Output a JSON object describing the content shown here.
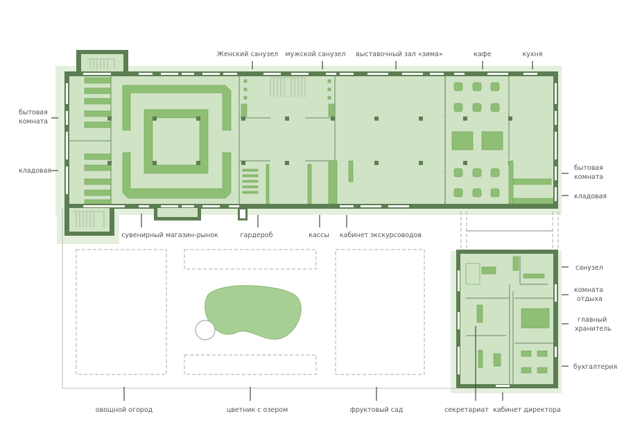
{
  "title": "План первого этажа",
  "labels": {
    "womens_wc": "Женский санузел",
    "mens_wc": "мужской санузел",
    "exhibition_hall": "выставочный зал «зима»",
    "cafe": "кафе",
    "kitchen": "кухня",
    "utility_room_left": [
      "бытовая",
      "комната"
    ],
    "storage_left": "кладовая",
    "utility_room_right": [
      "бытовая",
      "комната"
    ],
    "storage_right": "кладовая",
    "souvenir_shop": "сувенирный магазин-рынок",
    "cloakroom": "гардероб",
    "ticket_office": "кассы",
    "guides_office": "кабинет экскурсоводов",
    "wc": "санузел",
    "rest_room": [
      "комната",
      "отдыха"
    ],
    "chief_curator": [
      "главный",
      "хранитель"
    ],
    "accounting": "бухгалтерия",
    "vegetable_garden": "овощной огород",
    "flower_garden": "цветник с озером",
    "orchard": "фруктовый сад",
    "secretariat": "секретариат",
    "director_office": "кабинет директора"
  },
  "colors": {
    "wall": "#5d7d52",
    "room": "#d0e4c5",
    "furniture": "#8fbf74",
    "outer": "#e4efdd"
  }
}
